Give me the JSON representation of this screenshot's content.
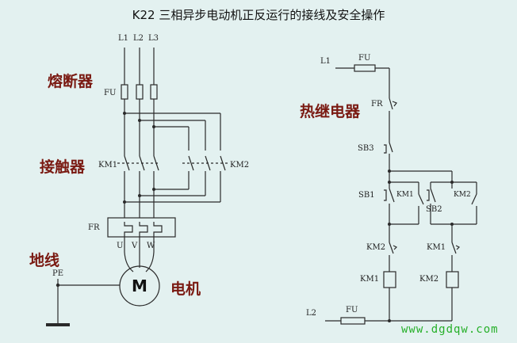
{
  "title": "K22 三相异步电动机正反运行的接线及安全操作",
  "labels": {
    "fuse_cn": "熔断器",
    "contactor_cn": "接触器",
    "ground_cn": "地线",
    "motor_cn": "电机",
    "relay_cn": "热继电器"
  },
  "power": {
    "l1": "L1",
    "l2": "L2",
    "l3": "L3",
    "fu": "FU",
    "km1": "KM1",
    "km2": "KM2",
    "fr": "FR",
    "u": "U",
    "v": "V",
    "w": "W",
    "pe": "PE",
    "motor": "M"
  },
  "control": {
    "l1": "L1",
    "l2": "L2",
    "fu_top": "FU",
    "fu_bottom": "FU",
    "fr": "FR",
    "sb3": "SB3",
    "sb1": "SB1",
    "sb2": "SB2",
    "km1_hold": "KM1",
    "km2_hold": "KM2",
    "km2_interlock": "KM2",
    "km1_interlock": "KM1",
    "km1_coil": "KM1",
    "km2_coil": "KM2"
  },
  "watermark": "www.dgdqw.com",
  "colors": {
    "background": "#e3f1f0",
    "wire": "#2a2a2a",
    "heading_red": "#7a1a12",
    "watermark_green": "#27b02a"
  }
}
